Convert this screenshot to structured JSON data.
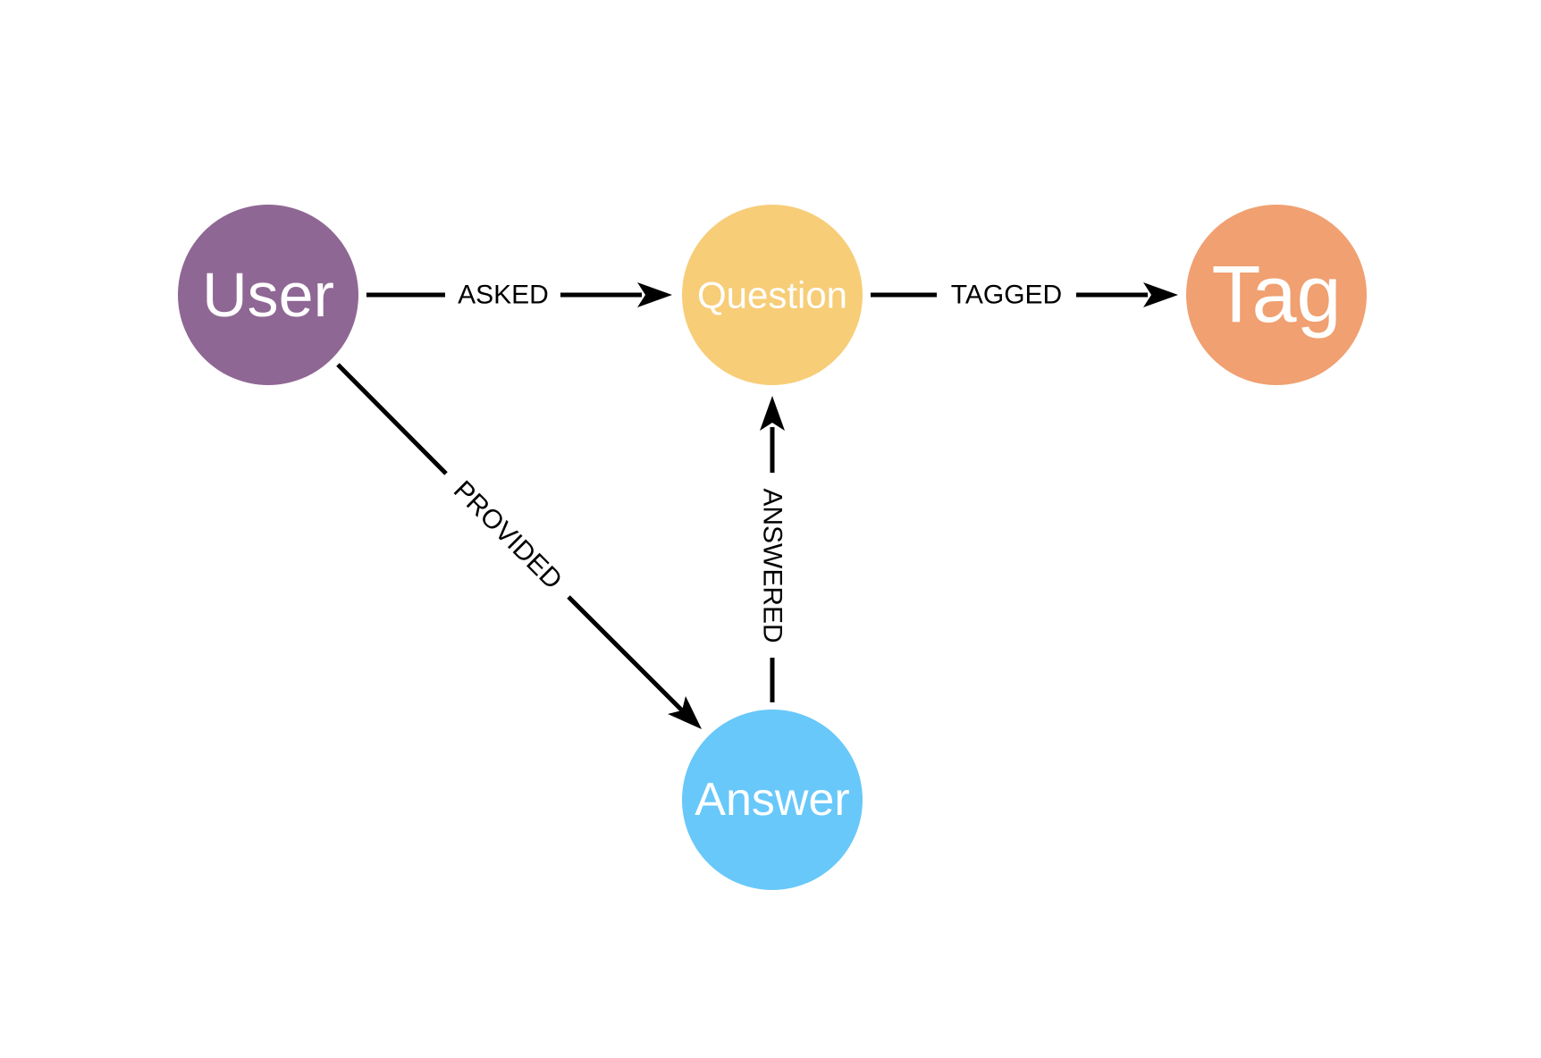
{
  "nodes": {
    "user": {
      "label": "User",
      "color": "#8f6794"
    },
    "question": {
      "label": "Question",
      "color": "#f7cd78"
    },
    "tag": {
      "label": "Tag",
      "color": "#f0a071"
    },
    "answer": {
      "label": "Answer",
      "color": "#68c8f9"
    }
  },
  "edges": {
    "asked": {
      "label": "ASKED",
      "from": "User",
      "to": "Question"
    },
    "tagged": {
      "label": "TAGGED",
      "from": "Question",
      "to": "Tag"
    },
    "provided": {
      "label": "PROVIDED",
      "from": "User",
      "to": "Answer"
    },
    "answered": {
      "label": "ANSWERED",
      "from": "Answer",
      "to": "Question"
    }
  }
}
